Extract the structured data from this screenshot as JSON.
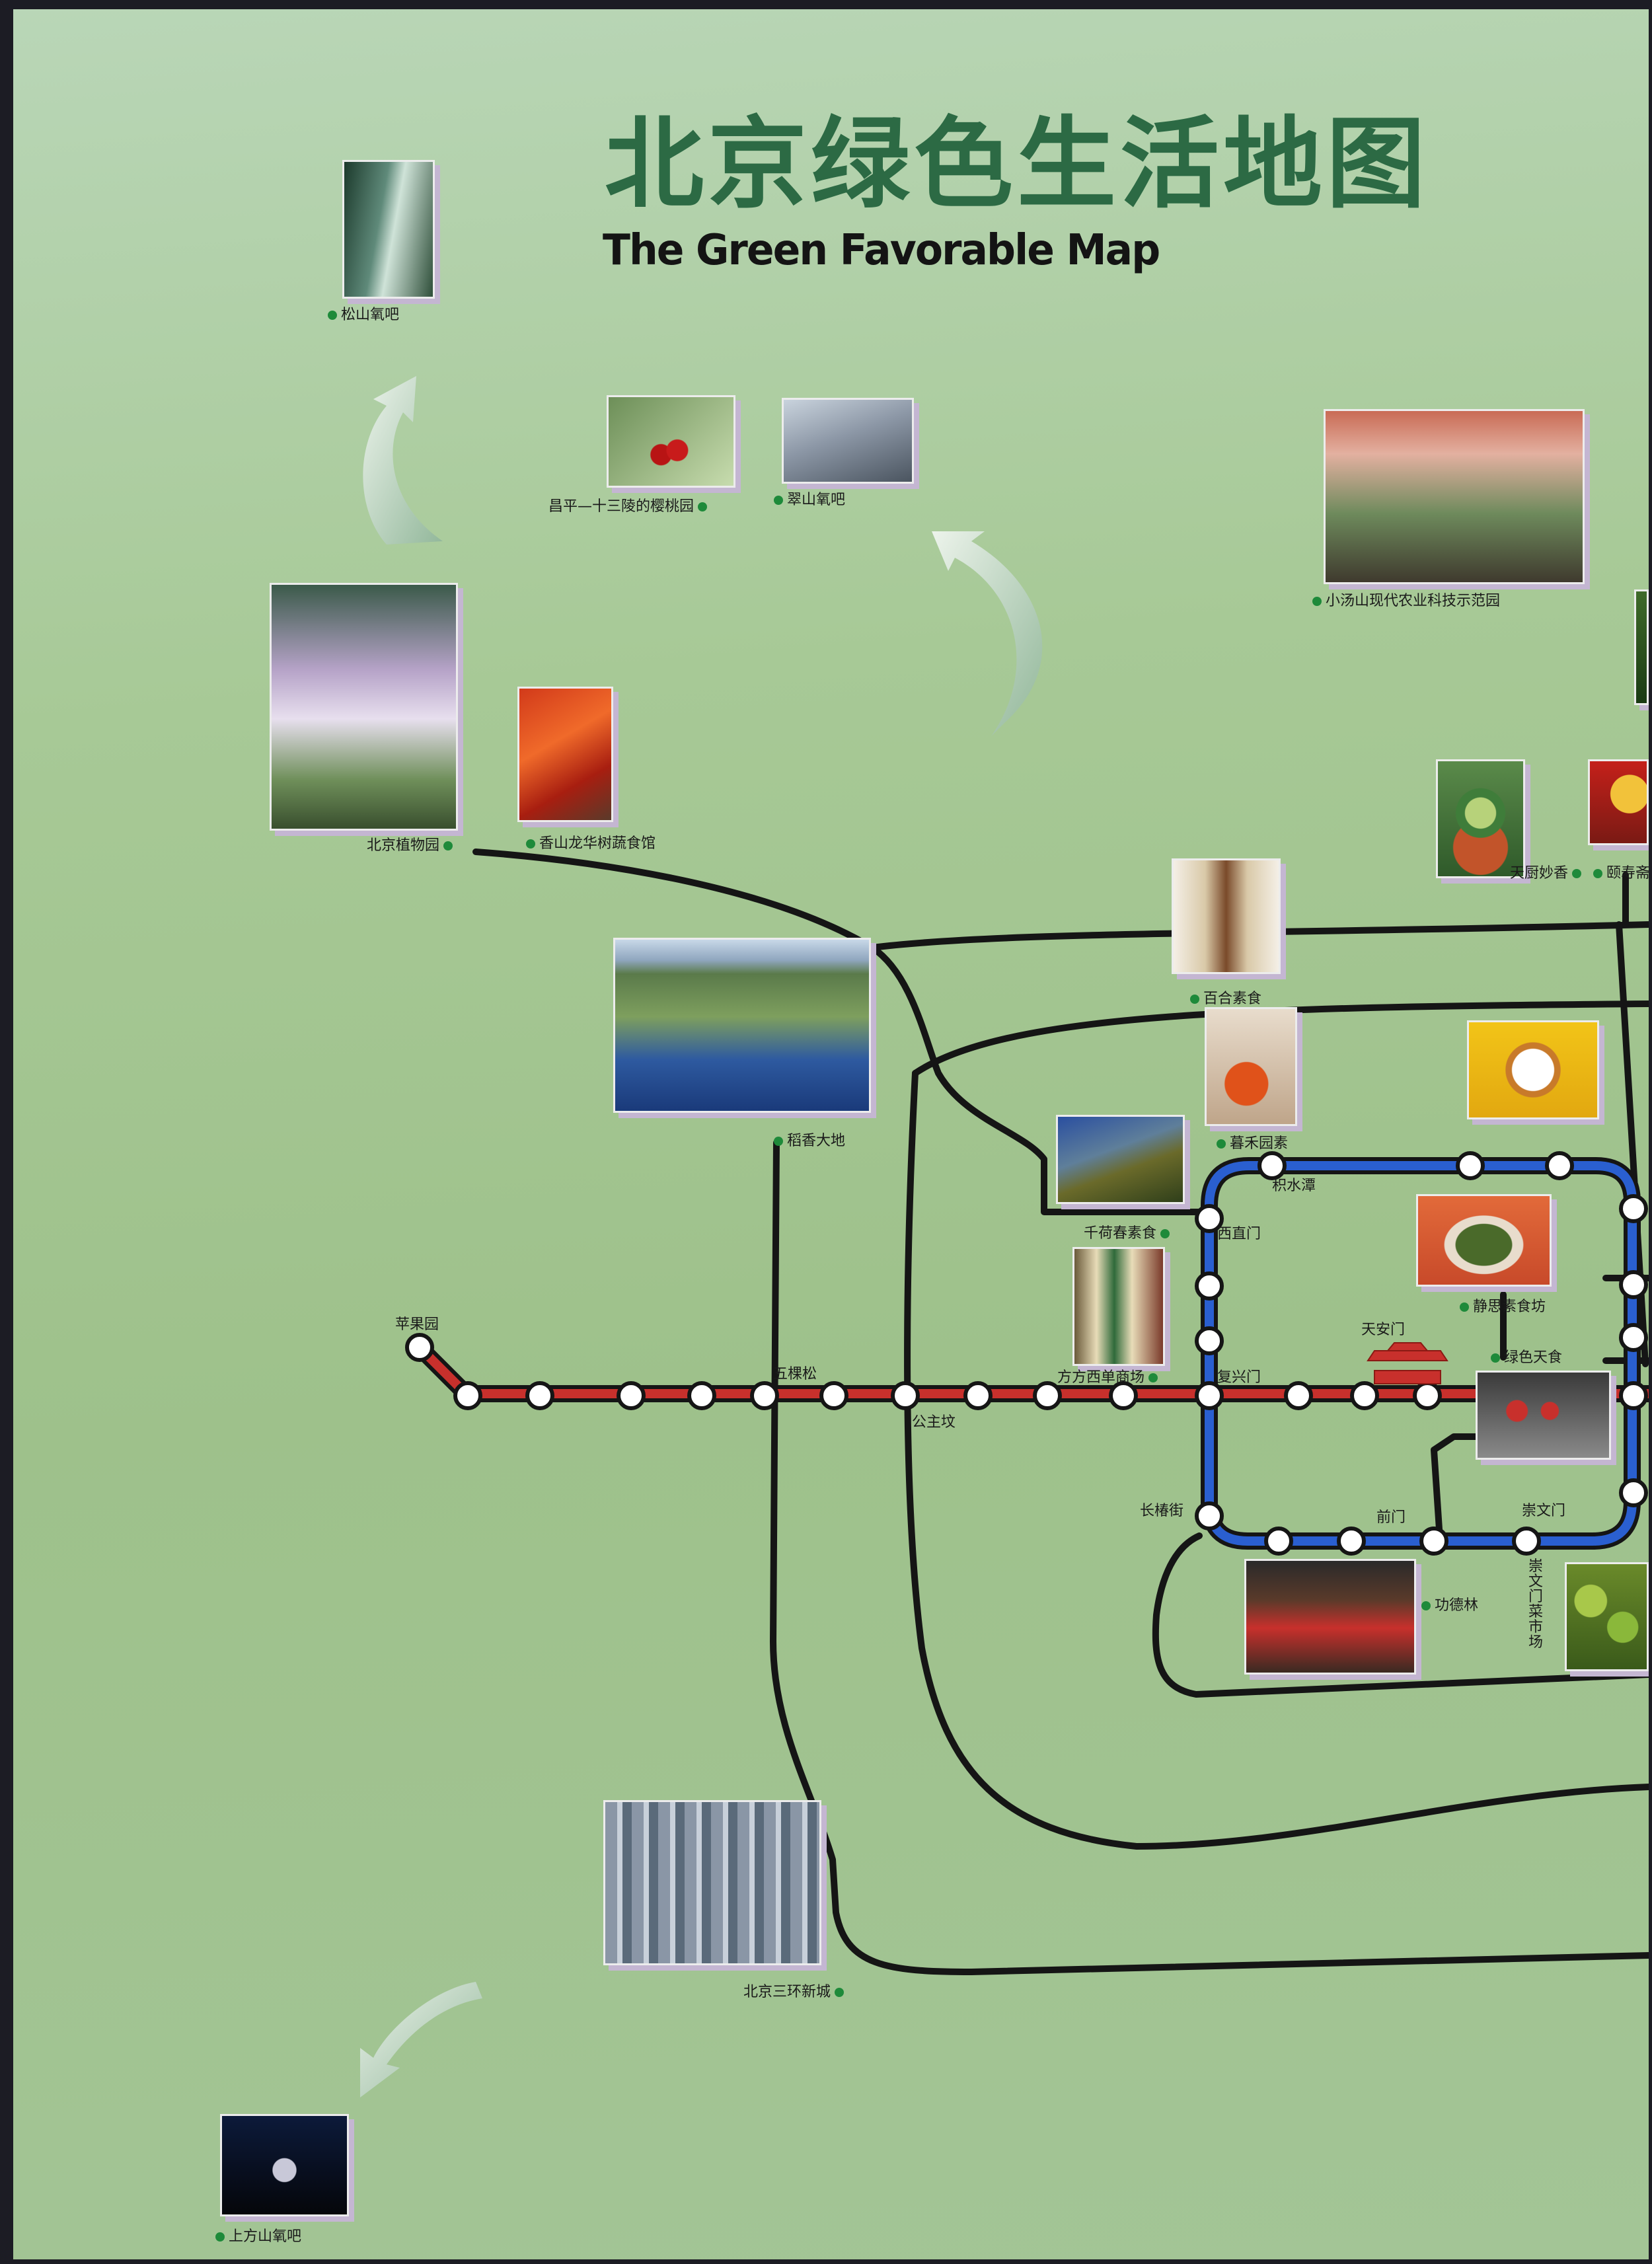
{
  "title": "北京绿色生活地图",
  "subtitle": "The Green Favorable Map",
  "places": {
    "songshan": "松山氧吧",
    "changping": "昌平—十三陵的樱桃园",
    "jishan": "翠山氧吧",
    "xiaotangshan": "小汤山现代农业科技示范园",
    "botanical": "北京植物园",
    "xiangshan": "香山龙华树蔬食馆",
    "tianchu": "天厨妙香",
    "baihe": "百合素食",
    "yanqi": "颐寿斋",
    "wetland": "稻香大地",
    "mumofang": "暮禾园素",
    "qianhe": "千荷春素食",
    "jingsi": "静思素食坊",
    "fangfang": "方方西单商场",
    "lvse": "绿色天食",
    "gongdelin": "功德林",
    "chongwen": "崇文门菜市场",
    "sanhuan": "北京三环新城",
    "shangfang": "上方山氧吧"
  },
  "stations": {
    "pingguoyuan": "苹果园",
    "wukesong": "五棵松",
    "gongzhufen": "公主坟",
    "fuxingmen": "复兴门",
    "tiananmen": "天安门",
    "xizhimen": "西直门",
    "jishuitan": "积水潭",
    "changchunjie": "长椿街",
    "qianmen": "前门",
    "chongwenmen": "崇文门"
  },
  "colors": {
    "line1": "#c8302c",
    "line2": "#2a5fd0",
    "roads": "#151515",
    "title": "#2c6a44",
    "marker": "#1e8a3a"
  }
}
